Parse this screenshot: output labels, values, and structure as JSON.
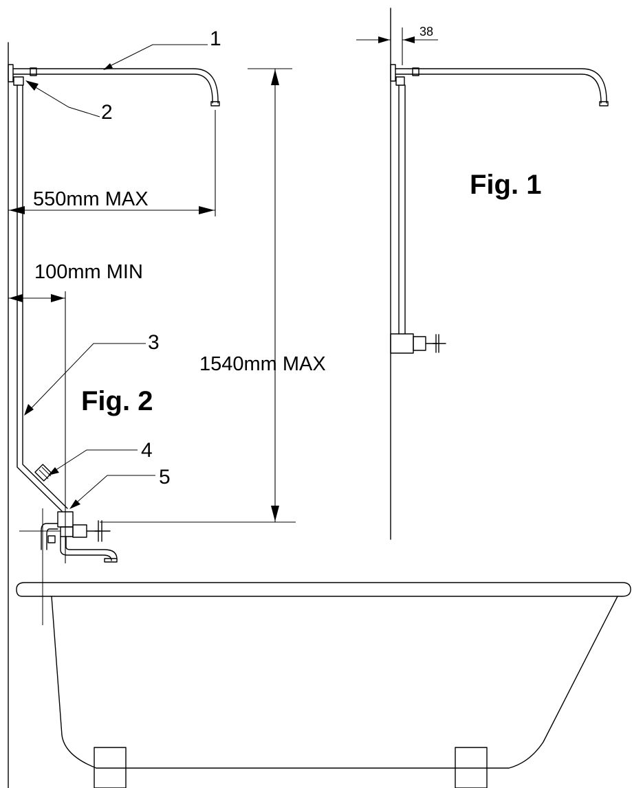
{
  "callouts": [
    "1",
    "2",
    "3",
    "4",
    "5"
  ],
  "dimensions": {
    "top_offset": "38",
    "max_reach": "550mm MAX",
    "min_clearance": "100mm MIN",
    "max_height": "1540mm MAX"
  },
  "figures": {
    "fig1": "Fig. 1",
    "fig2": "Fig. 2"
  }
}
